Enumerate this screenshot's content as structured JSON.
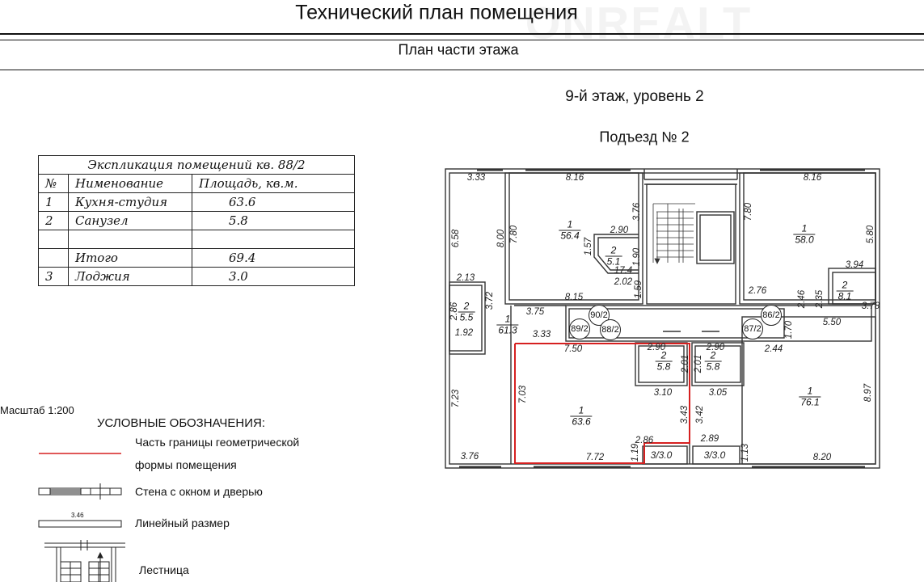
{
  "header": {
    "title": "Технический план помещения",
    "subtitle": "План  части этажа",
    "watermark": "ONREALT"
  },
  "floor_label": "9-й этаж, уровень 2",
  "entrance_label": "Подъезд № 2",
  "explication": {
    "caption": "Экспликация помещений кв. 88/2",
    "columns": [
      "№",
      "Нименование",
      "Площадь, кв.м."
    ],
    "rows": [
      {
        "no": "1",
        "name": "Кухня-студия",
        "area": "63.6"
      },
      {
        "no": "2",
        "name": "Санузел",
        "area": "5.8"
      },
      {
        "no": "",
        "name": "",
        "area": ""
      },
      {
        "no": "",
        "name": "Итого",
        "area": "69.4"
      },
      {
        "no": "3",
        "name": "Лоджия",
        "area": "3.0"
      }
    ]
  },
  "scale": "Масштаб 1:200",
  "legend": {
    "title": "УСЛОВНЫЕ ОБОЗНАЧЕНИЯ:",
    "boundary_line1": "Часть границы геометрической",
    "boundary_line2": "формы помещения",
    "wall": "Стена с окном и дверью",
    "dimension_sample": "3.46",
    "dimension": "Линейный размер",
    "stairs": "Лестница",
    "boundary_color": "#d62020"
  },
  "plan": {
    "dims": [
      "3.33",
      "8.16",
      "3.76",
      "2.90",
      "1.57",
      "1.90",
      "17.4",
      "2.02",
      "1.59",
      "8.15",
      "8.00",
      "7.80",
      "6.58",
      "2.13",
      "3.72",
      "2.86",
      "1.92",
      "3.75",
      "3.33",
      "8.16",
      "7.80",
      "5.80",
      "3.94",
      "2.76",
      "2.46",
      "2.35",
      "3.78",
      "5.50",
      "1.70",
      "2.44",
      "7.50",
      "2.90",
      "2.01",
      "2.90",
      "2.01",
      "7.03",
      "7.23",
      "3.10",
      "3.05",
      "3.43",
      "3.42",
      "8.97",
      "2.86",
      "2.89",
      "1.19",
      "1.13",
      "3.76",
      "7.72",
      "8.20"
    ],
    "rooms": [
      {
        "num": "1",
        "area": "56.4"
      },
      {
        "num": "2",
        "area": "5.1"
      },
      {
        "num": "1",
        "area": "58.0"
      },
      {
        "num": "2",
        "area": "8.1"
      },
      {
        "num": "2",
        "area": "5.5"
      },
      {
        "num": "1",
        "area": "61.3"
      },
      {
        "num": "2",
        "area": "5.8"
      },
      {
        "num": "2",
        "area": "5.8"
      },
      {
        "num": "1",
        "area": "63.6"
      },
      {
        "num": "1",
        "area": "76.1"
      }
    ],
    "loggias": [
      "3/3.0",
      "3/3.0"
    ],
    "apartments": [
      "90/2",
      "89/2",
      "88/2",
      "86/2",
      "87/2"
    ]
  }
}
